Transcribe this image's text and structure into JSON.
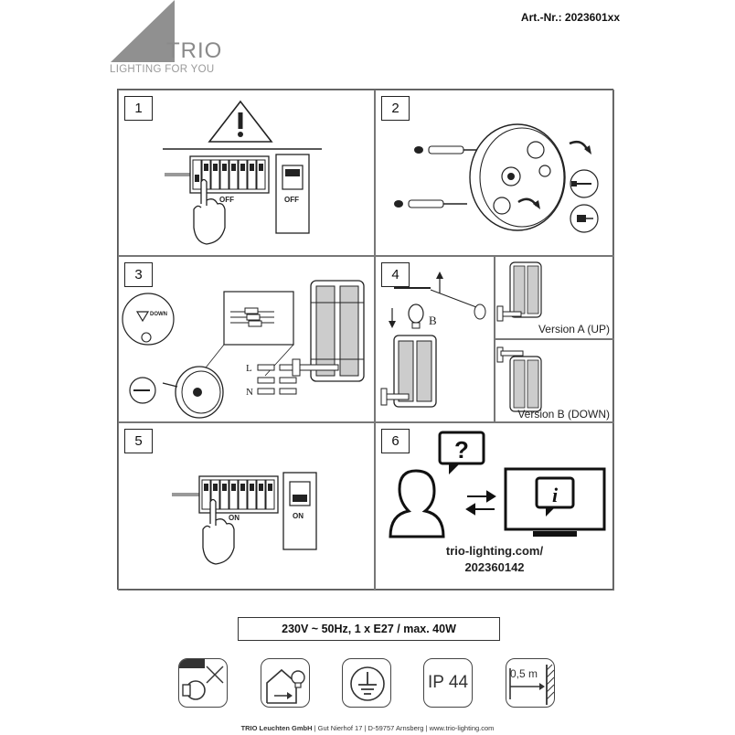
{
  "header": {
    "brand": "TRIO",
    "tagline": "LIGHTING FOR YOU",
    "article_number": "Art.-Nr.: 2023601xx"
  },
  "panels": [
    {
      "number": "1",
      "switch_label": "OFF",
      "breaker_label": "OFF"
    },
    {
      "number": "2"
    },
    {
      "number": "3",
      "wire_l": "L",
      "wire_n": "N",
      "arrow_label": "DOWN"
    },
    {
      "number": "4",
      "rotate_label": "B"
    },
    {
      "number": "5",
      "switch_label": "ON",
      "breaker_label": "ON"
    },
    {
      "number": "6",
      "url_line1": "trio-lighting.com/",
      "url_line2": "202360142"
    }
  ],
  "versions": {
    "a": "Version A (UP)",
    "b": "Version B (DOWN)"
  },
  "spec": "230V ~ 50Hz, 1 x E27 / max. 40W",
  "icons": [
    {
      "name": "no-dimmer-icon"
    },
    {
      "name": "indoor-use-icon"
    },
    {
      "name": "protective-earth-icon"
    },
    {
      "name": "ip-rating-icon",
      "text": "IP 44"
    },
    {
      "name": "min-distance-icon",
      "text": "0,5 m"
    }
  ],
  "footer": {
    "company": "TRIO Leuchten GmbH",
    "address": "Gut Nierhof 17",
    "city": "D-59757 Arnsberg",
    "web": "www.trio-lighting.com",
    "separator": "|"
  }
}
